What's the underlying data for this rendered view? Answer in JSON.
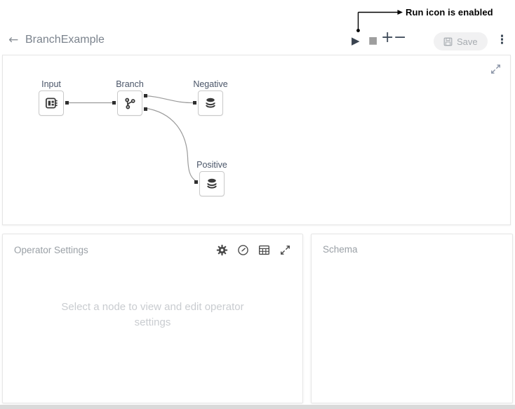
{
  "annotation": {
    "label": "Run icon is enabled"
  },
  "header": {
    "back_glyph": "←",
    "title": "BranchExample"
  },
  "toolbar": {
    "run_glyph": "▶",
    "stop_glyph": "■",
    "zoom_in_glyph": "+",
    "zoom_out_glyph": "−",
    "save_label": "Save",
    "menu_glyph": "⋮"
  },
  "canvas": {
    "nodes": [
      {
        "id": "input",
        "label": "Input",
        "icon": "chip-icon"
      },
      {
        "id": "branch",
        "label": "Branch",
        "icon": "branch-icon"
      },
      {
        "id": "negative",
        "label": "Negative",
        "icon": "database-icon"
      },
      {
        "id": "positive",
        "label": "Positive",
        "icon": "database-icon"
      }
    ],
    "edges": [
      {
        "from": "input",
        "to": "branch"
      },
      {
        "from": "branch",
        "to": "negative"
      },
      {
        "from": "branch",
        "to": "positive"
      }
    ]
  },
  "operator_settings": {
    "title": "Operator Settings",
    "placeholder": "Select a node to view and edit operator settings",
    "icons": [
      "gear-icon",
      "clock-icon",
      "table-icon",
      "expand-icon"
    ]
  },
  "schema": {
    "title": "Schema"
  },
  "colors": {
    "node_label": "#4a5568",
    "edge": "#9b9b9b",
    "toolbar_dark": "#3f4c5a",
    "stop_gray": "#9e9e9e",
    "panel_title": "#9aa0a6",
    "placeholder_text": "#c9ccd0",
    "save_bg": "#f1f1f2"
  }
}
